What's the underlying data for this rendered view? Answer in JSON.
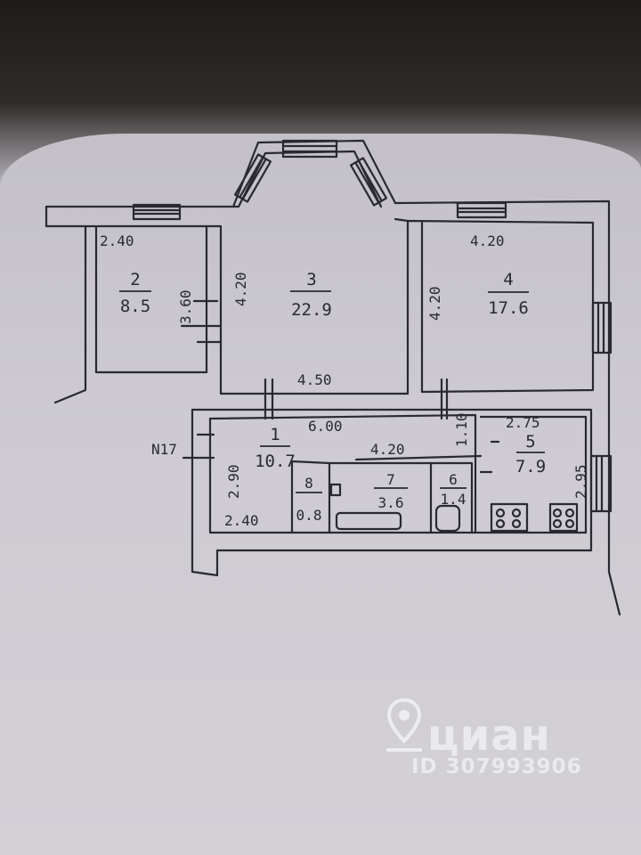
{
  "colors": {
    "ink": "#2a2830",
    "paper": "#cdcad1",
    "watermark": "#ffffff"
  },
  "plan": {
    "apartment_number": "N17",
    "rooms": [
      {
        "number": "1",
        "area": "10.7"
      },
      {
        "number": "2",
        "area": "8.5"
      },
      {
        "number": "3",
        "area": "22.9"
      },
      {
        "number": "4",
        "area": "17.6"
      },
      {
        "number": "5",
        "area": "7.9"
      },
      {
        "number": "6",
        "area": "1.4"
      },
      {
        "number": "7",
        "area": "3.6"
      },
      {
        "number": "8",
        "area": "0.8"
      }
    ],
    "dimensions": {
      "room2_top": "2.40",
      "room2_side": "3.60",
      "room3_left": "4.20",
      "room3_bottom": "4.50",
      "room4_top": "4.20",
      "room4_left": "4.20",
      "room1_top": "6.00",
      "corridor": "4.20",
      "room1_side": "2.90",
      "room1_bottom": "2.40",
      "room5_top": "2.75",
      "room5_side": "2.95",
      "room6_top": "1.10"
    }
  },
  "watermark": {
    "brand": "циан",
    "listing_id": "ID 307993906",
    "icon": "location-pin-icon"
  }
}
